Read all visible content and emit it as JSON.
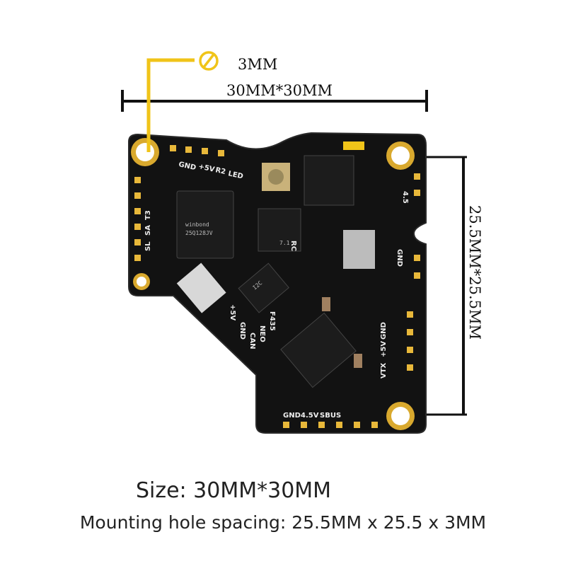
{
  "dimensions": {
    "hole_diameter": "3MM",
    "board_size": "30MM*30MM",
    "hole_spacing": "25.5MM*25.5MM"
  },
  "captions": {
    "size": "Size: 30MM*30MM",
    "spacing": "Mounting hole spacing: 25.5MM x 25.5 x 3MM"
  },
  "board": {
    "silkscreen": [
      "GND",
      "+5V",
      "R2",
      "LED",
      "SL",
      "SA",
      "T3",
      "RC",
      "GND",
      "+5V",
      "CAN",
      "F435",
      "NEO",
      "GND",
      "4.5V",
      "SBUS",
      "VTX",
      "+5V",
      "GND",
      "4.5",
      "GND"
    ],
    "chip_labels": [
      "winbond",
      "25Q128JV",
      "I2C",
      "7.1"
    ],
    "colors": {
      "board": "#111111",
      "pad": "#e8b83a",
      "accent": "#f0c419"
    }
  },
  "icons": {
    "diameter": "diameter-icon"
  }
}
